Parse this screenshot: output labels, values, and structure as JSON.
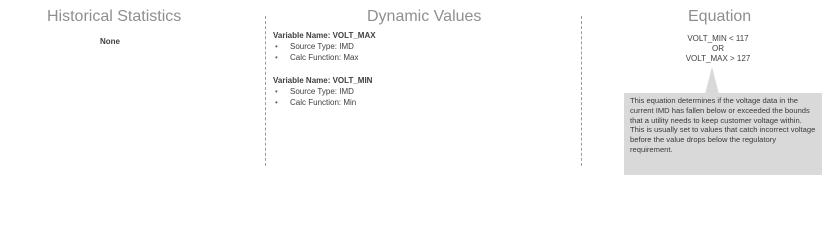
{
  "columns": {
    "historical": {
      "title": "Historical Statistics",
      "value": "None"
    },
    "dynamic": {
      "title": "Dynamic Values",
      "variables": [
        {
          "name_label": "Variable Name: VOLT_MAX",
          "items": [
            "Source Type: IMD",
            "Calc Function: Max"
          ]
        },
        {
          "name_label": "Variable Name: VOLT_MIN",
          "items": [
            "Source Type: IMD",
            "Calc Function: Min"
          ]
        }
      ]
    },
    "equation": {
      "title": "Equation",
      "lines": [
        "VOLT_MIN < 117",
        "OR",
        "VOLT_MAX > 127"
      ],
      "callout": "This equation determines if the voltage data in the current IMD has fallen below or exceeded the bounds that a utility needs to keep customer voltage within.  This is usually set to values that catch incorrect voltage before the value drops below the regulatory requirement."
    }
  },
  "bullet_glyph": "•",
  "colors": {
    "title": "#8f8f8f",
    "callout_bg": "#d9d9d9",
    "divider": "#9a9a9a"
  }
}
